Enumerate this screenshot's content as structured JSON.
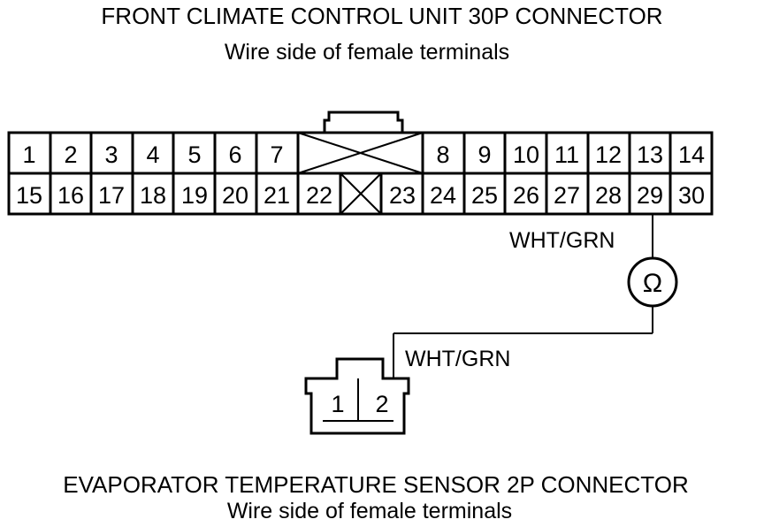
{
  "top_connector": {
    "title": "FRONT CLIMATE CONTROL UNIT 30P CONNECTOR",
    "subtitle": "Wire side of female terminals",
    "row1": [
      "1",
      "2",
      "3",
      "4",
      "5",
      "6",
      "7",
      "8",
      "9",
      "10",
      "11",
      "12",
      "13",
      "14"
    ],
    "row2": [
      "15",
      "16",
      "17",
      "18",
      "19",
      "20",
      "21",
      "22",
      "23",
      "24",
      "25",
      "26",
      "27",
      "28",
      "29",
      "30"
    ]
  },
  "wires": {
    "upper_label": "WHT/GRN",
    "lower_label": "WHT/GRN",
    "meter_symbol": "Ω"
  },
  "bottom_connector": {
    "title": "EVAPORATOR TEMPERATURE SENSOR 2P CONNECTOR",
    "subtitle": "Wire side of female terminals",
    "pins": [
      "1",
      "2"
    ]
  }
}
